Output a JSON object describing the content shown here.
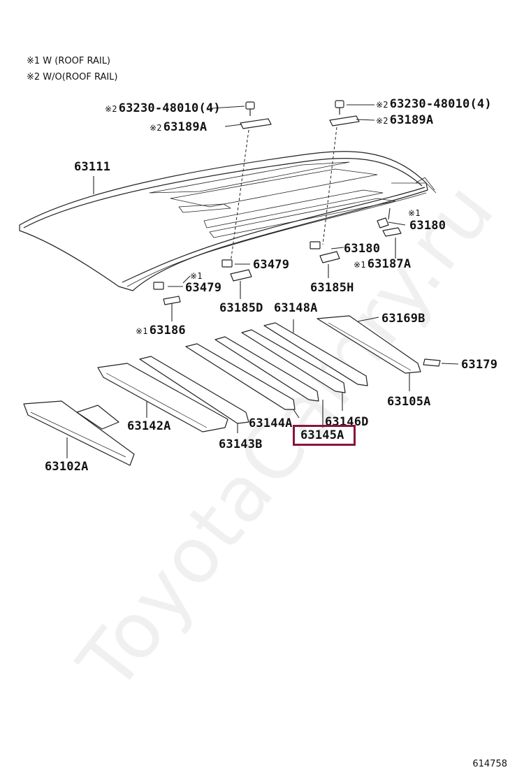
{
  "notes": [
    "※1 W (ROOF RAIL)",
    "※2 W/O(ROOF RAIL)"
  ],
  "marks": {
    "m1": "※1",
    "m2": "※2"
  },
  "parts": {
    "bolt_left": "63230-48010(4)",
    "bolt_right": "63230-48010(4)",
    "bracket_left": "63189A",
    "bracket_right": "63189A",
    "roof_panel": "63111",
    "clip_right_upper": "63180",
    "clip_mid": "63180",
    "bracket_63187a": "63187A",
    "clip_63479_center": "63479",
    "clip_63479_left": "63479",
    "clip_63185h": "63185H",
    "clip_63185d": "63185D",
    "bow_63148a": "63148A",
    "bracket_63186": "63186",
    "rail_63169b": "63169B",
    "bracket_63179": "63179",
    "reinf_63105a": "63105A",
    "bow_63142a": "63142A",
    "bow_63144a": "63144A",
    "bow_63146d": "63146D",
    "bow_63145a": "63145A",
    "bow_63143b": "63143B",
    "header_63102a": "63102A"
  },
  "highlight_color": "#8a1538",
  "figure_number": "614758",
  "watermark": "ToyotaCamry.ru"
}
